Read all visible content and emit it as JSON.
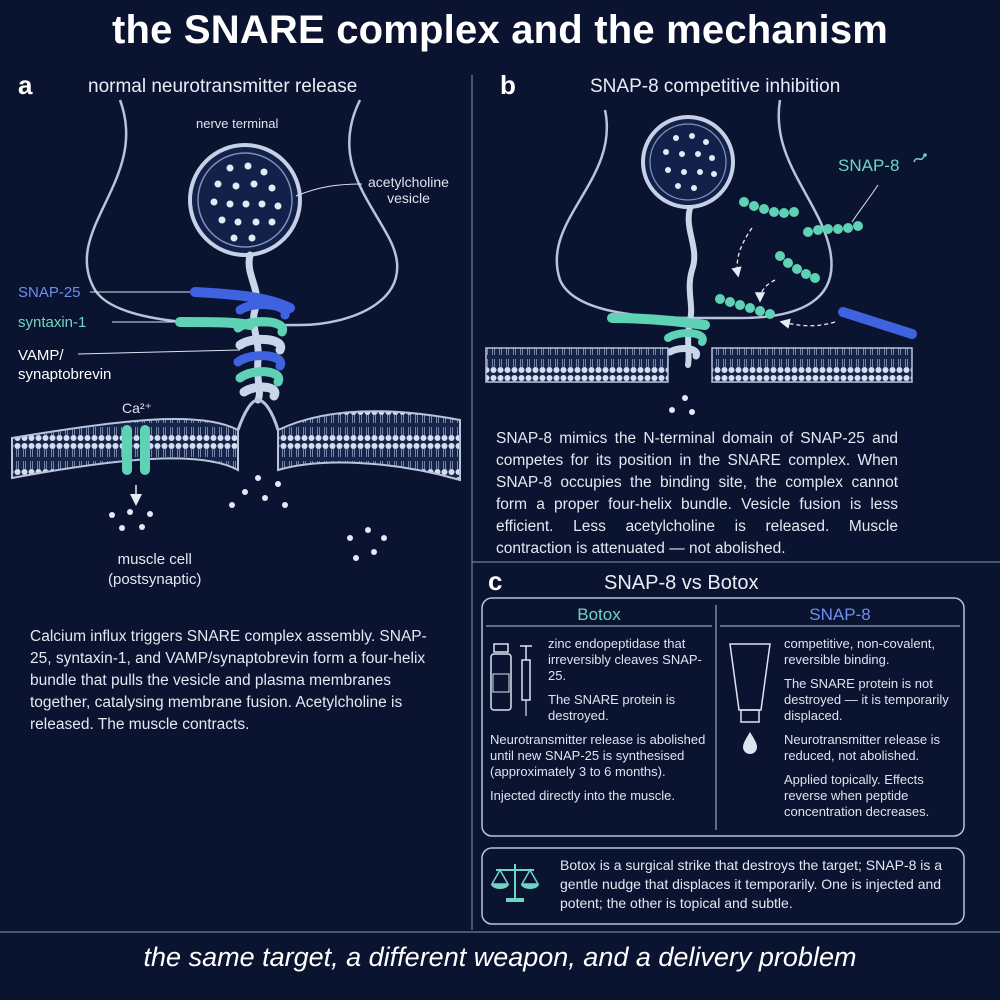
{
  "title": "the SNARE complex and the mechanism",
  "panel_a": {
    "letter": "a",
    "heading": "normal neurotransmitter release",
    "nerve_terminal": "nerve terminal",
    "vesicle_label_1": "acetylcholine",
    "vesicle_label_2": "vesicle",
    "snap25": "SNAP-25",
    "syntaxin": "syntaxin-1",
    "vamp_1": "VAMP/",
    "vamp_2": "synaptobrevin",
    "calcium": "Ca²⁺",
    "muscle_1": "muscle cell",
    "muscle_2": "(postsynaptic)",
    "description": "Calcium influx triggers SNARE complex assembly. SNAP-25, syntaxin-1, and VAMP/synaptobrevin form a four-helix bundle that pulls the vesicle and plasma membranes together, catalysing membrane fusion. Acetylcholine is released. The muscle contracts."
  },
  "panel_b": {
    "letter": "b",
    "heading": "SNAP-8 competitive inhibition",
    "snap8": "SNAP-8",
    "description": "SNAP-8 mimics the N-terminal domain of SNAP-25 and competes for its position in the SNARE complex. When SNAP-8 occupies the binding site, the complex cannot form a proper four-helix bundle. Vesicle fusion is less efficient. Less acetylcholine is released. Muscle contraction is attenuated — not abolished."
  },
  "panel_c": {
    "letter": "c",
    "heading": "SNAP-8 vs Botox",
    "botox": {
      "name": "Botox",
      "p1": "zinc endopeptidase that irreversibly cleaves SNAP-25.",
      "p2": "The SNARE protein is destroyed.",
      "p3": "Neurotransmitter release is abolished until new SNAP-25 is synthesised (approximately 3 to 6 months).",
      "p4": "Injected directly into the muscle."
    },
    "snap8": {
      "name": "SNAP-8",
      "p1": "competitive, non-covalent, reversible binding.",
      "p2": "The SNARE protein is not destroyed — it is temporarily displaced.",
      "p3": "Neurotransmitter release is reduced, not abolished.",
      "p4": "Applied topically. Effects reverse when peptide concentration decreases."
    },
    "summary": "Botox is a surgical strike that destroys the target; SNAP-8 is a gentle nudge that displaces it temporarily. One is injected and potent; the other is topical and subtle."
  },
  "footer": "the same target, a different weapon, and a delivery problem",
  "colors": {
    "background": "#0a1430",
    "snap25": "#3f63e0",
    "syntaxin": "#5fd1b4",
    "vamp": "#c8d6ea",
    "teal_text": "#6fd4c4",
    "blue_text": "#6f8ff0"
  },
  "icons": [
    "vial-syringe-icon",
    "tube-drop-icon",
    "balance-scale-icon",
    "squiggle-icon"
  ]
}
